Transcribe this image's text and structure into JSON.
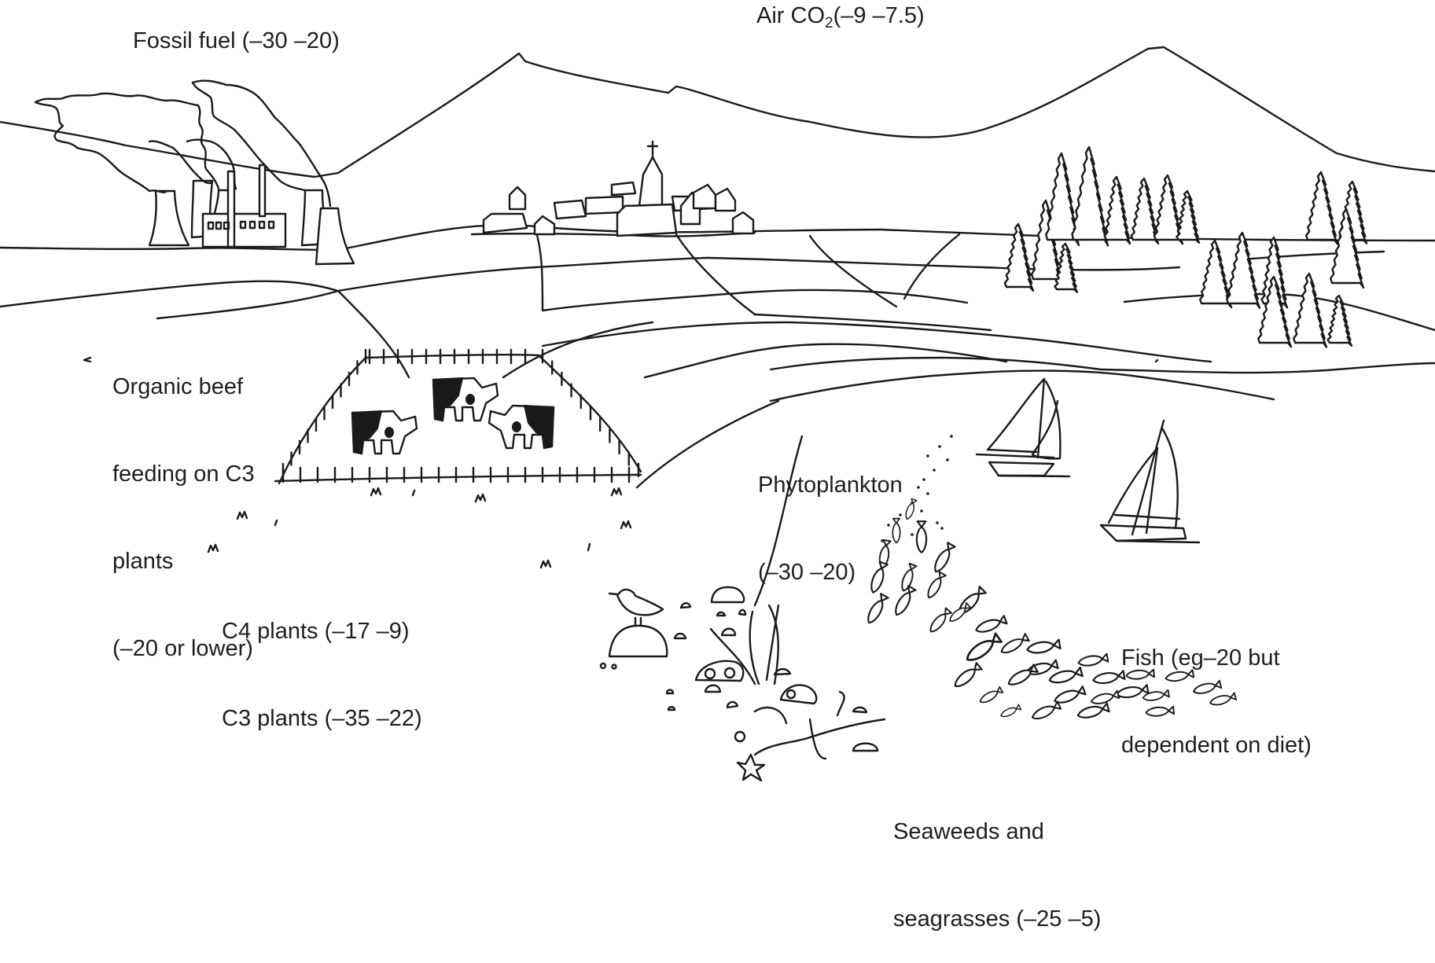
{
  "figure": {
    "subject": "Carbon isotope (δ13C) ranges across terrestrial and marine sources",
    "scene_elements": [
      "mountains",
      "power-station",
      "village",
      "forest",
      "fields",
      "cattle-pasture",
      "sailboats",
      "fish-shoal",
      "seabed-with-seaweeds",
      "bird-on-rock"
    ]
  },
  "labels": {
    "air_co2": {
      "prefix": "Air CO",
      "subscript": "2",
      "suffix": "(–9 –7.5)"
    },
    "fossil_fuel": {
      "lines": [
        "Fossil fuel (–30 –20)"
      ]
    },
    "organic_beef": {
      "lines": [
        "Organic beef",
        "feeding on C3",
        "plants",
        "(–20 or lower)"
      ]
    },
    "plants": {
      "lines": [
        "C4 plants (–17 –9)",
        "C3 plants (–35 –22)"
      ]
    },
    "phytoplankton": {
      "lines": [
        "Phytoplankton",
        "(–30 –20)"
      ]
    },
    "fish": {
      "lines": [
        "Fish (eg–20 but",
        "dependent on diet)"
      ]
    },
    "seaweeds": {
      "lines": [
        "Seaweeds and",
        "seagrasses (–25 –5)"
      ]
    }
  },
  "values": [
    {
      "source": "Air CO2",
      "min": -9,
      "max": -7.5
    },
    {
      "source": "Fossil fuel",
      "min": -30,
      "max": -20
    },
    {
      "source": "Organic beef feeding on C3 plants",
      "max": -20,
      "note": "or lower"
    },
    {
      "source": "C4 plants",
      "min": -17,
      "max": -9
    },
    {
      "source": "C3 plants",
      "min": -35,
      "max": -22
    },
    {
      "source": "Phytoplankton",
      "min": -30,
      "max": -20
    },
    {
      "source": "Fish",
      "example": -20,
      "note": "dependent on diet"
    },
    {
      "source": "Seaweeds and seagrasses",
      "min": -25,
      "max": -5
    }
  ]
}
